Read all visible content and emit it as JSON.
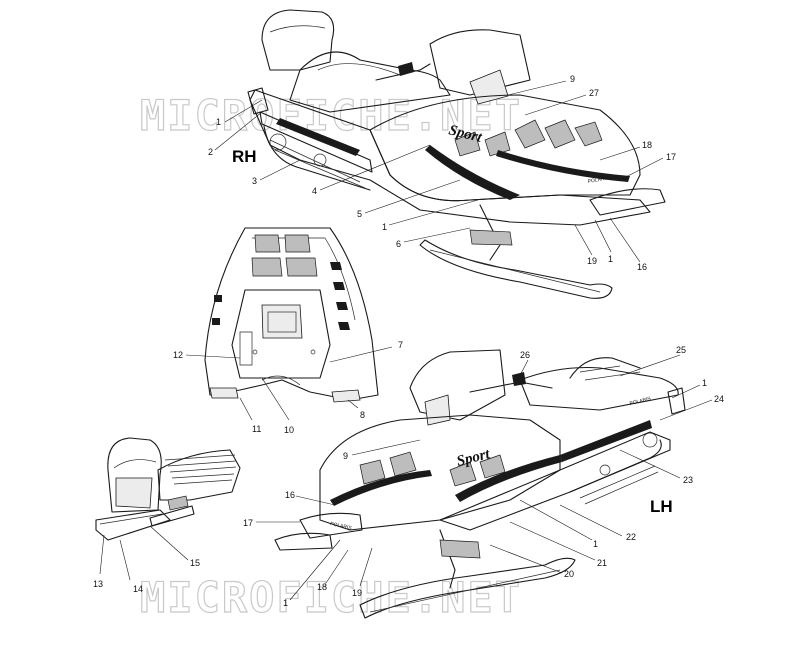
{
  "watermarks": [
    "MICROFICHE.NET",
    "MICROFICHE.NET"
  ],
  "side_labels": {
    "right": "RH",
    "left": "LH"
  },
  "decal_text": {
    "top_sport": "Sport",
    "bottom_sport": "Sport",
    "top_brand": "POLARIS",
    "bottom_brand": "POLARIS",
    "right_brand": "POLARIS"
  },
  "callouts": {
    "rh": [
      "1",
      "2",
      "3",
      "4",
      "5",
      "1",
      "6",
      "9",
      "27",
      "18",
      "17",
      "19",
      "1",
      "16"
    ],
    "hood": [
      "12",
      "7",
      "11",
      "10",
      "8"
    ],
    "seat": [
      "13",
      "14",
      "15"
    ],
    "lh": [
      "26",
      "25",
      "1",
      "24",
      "9",
      "23",
      "16",
      "17",
      "LH",
      "22",
      "1",
      "21",
      "20",
      "1",
      "18",
      "19"
    ]
  }
}
